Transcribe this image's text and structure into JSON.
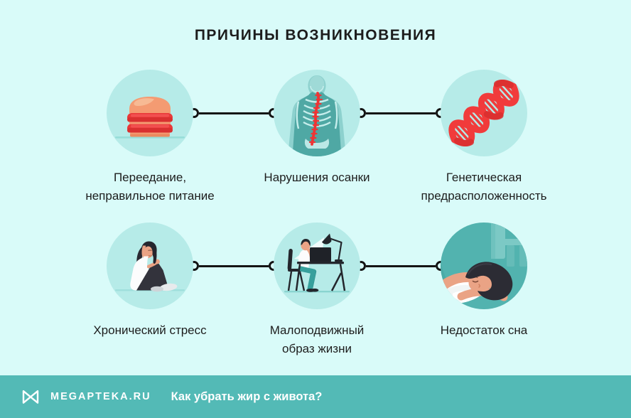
{
  "title": "ПРИЧИНЫ ВОЗНИКНОВЕНИЯ",
  "causes": [
    {
      "label": "Переедание,\nнеправильное питание",
      "icon": "burger-icon"
    },
    {
      "label": "Нарушения осанки",
      "icon": "posture-spine-icon"
    },
    {
      "label": "Генетическая\nпредрасположенность",
      "icon": "dna-icon"
    },
    {
      "label": "Хронический стресс",
      "icon": "stressed-person-icon"
    },
    {
      "label": "Малоподвижный\nобраз жизни",
      "icon": "person-at-desk-icon"
    },
    {
      "label": "Недостаток сна",
      "icon": "sleeping-person-icon"
    }
  ],
  "footer": {
    "brand": "MEGAPTEKA.RU",
    "question": "Как убрать жир с живота?"
  },
  "colors": {
    "background": "#d9fbf9",
    "circle": "#b6ebe8",
    "circle_dark": "#52b3af",
    "footer_bg": "#53bab6",
    "text": "#1d1d1d",
    "connector": "#141414",
    "accent_red": "#ee3a3a",
    "white": "#ffffff"
  }
}
